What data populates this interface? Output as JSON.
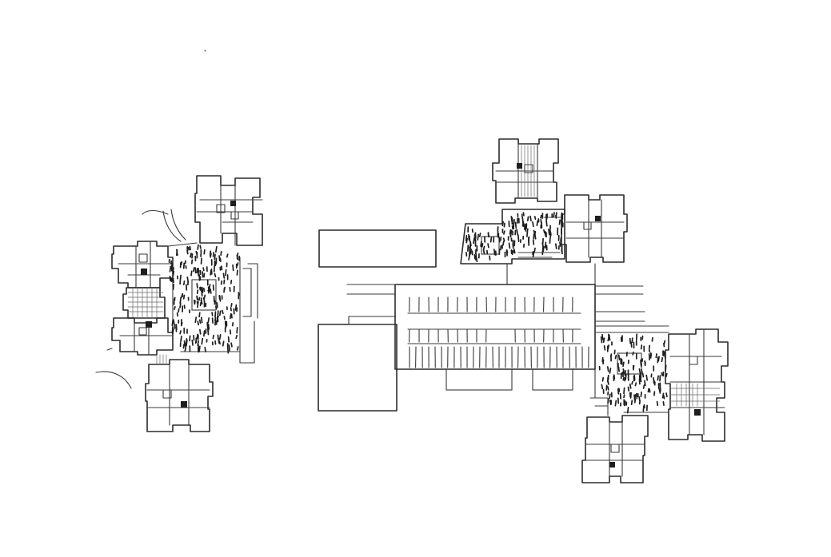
{
  "drawing": {
    "medium": "pencil-sketch-site-plan",
    "ink_color": "#2b2b2b",
    "paper_color": "#ffffff"
  },
  "clusters": [
    {
      "id": "west-cluster",
      "towers": 4,
      "courtyard": "planted"
    },
    {
      "id": "north-east-cluster",
      "towers": 2,
      "courtyard": "planted"
    },
    {
      "id": "south-east-cluster",
      "towers": 2,
      "courtyard": "planted"
    }
  ],
  "central_block": {
    "parking_rows": 2
  },
  "ancillary_blocks": 3
}
